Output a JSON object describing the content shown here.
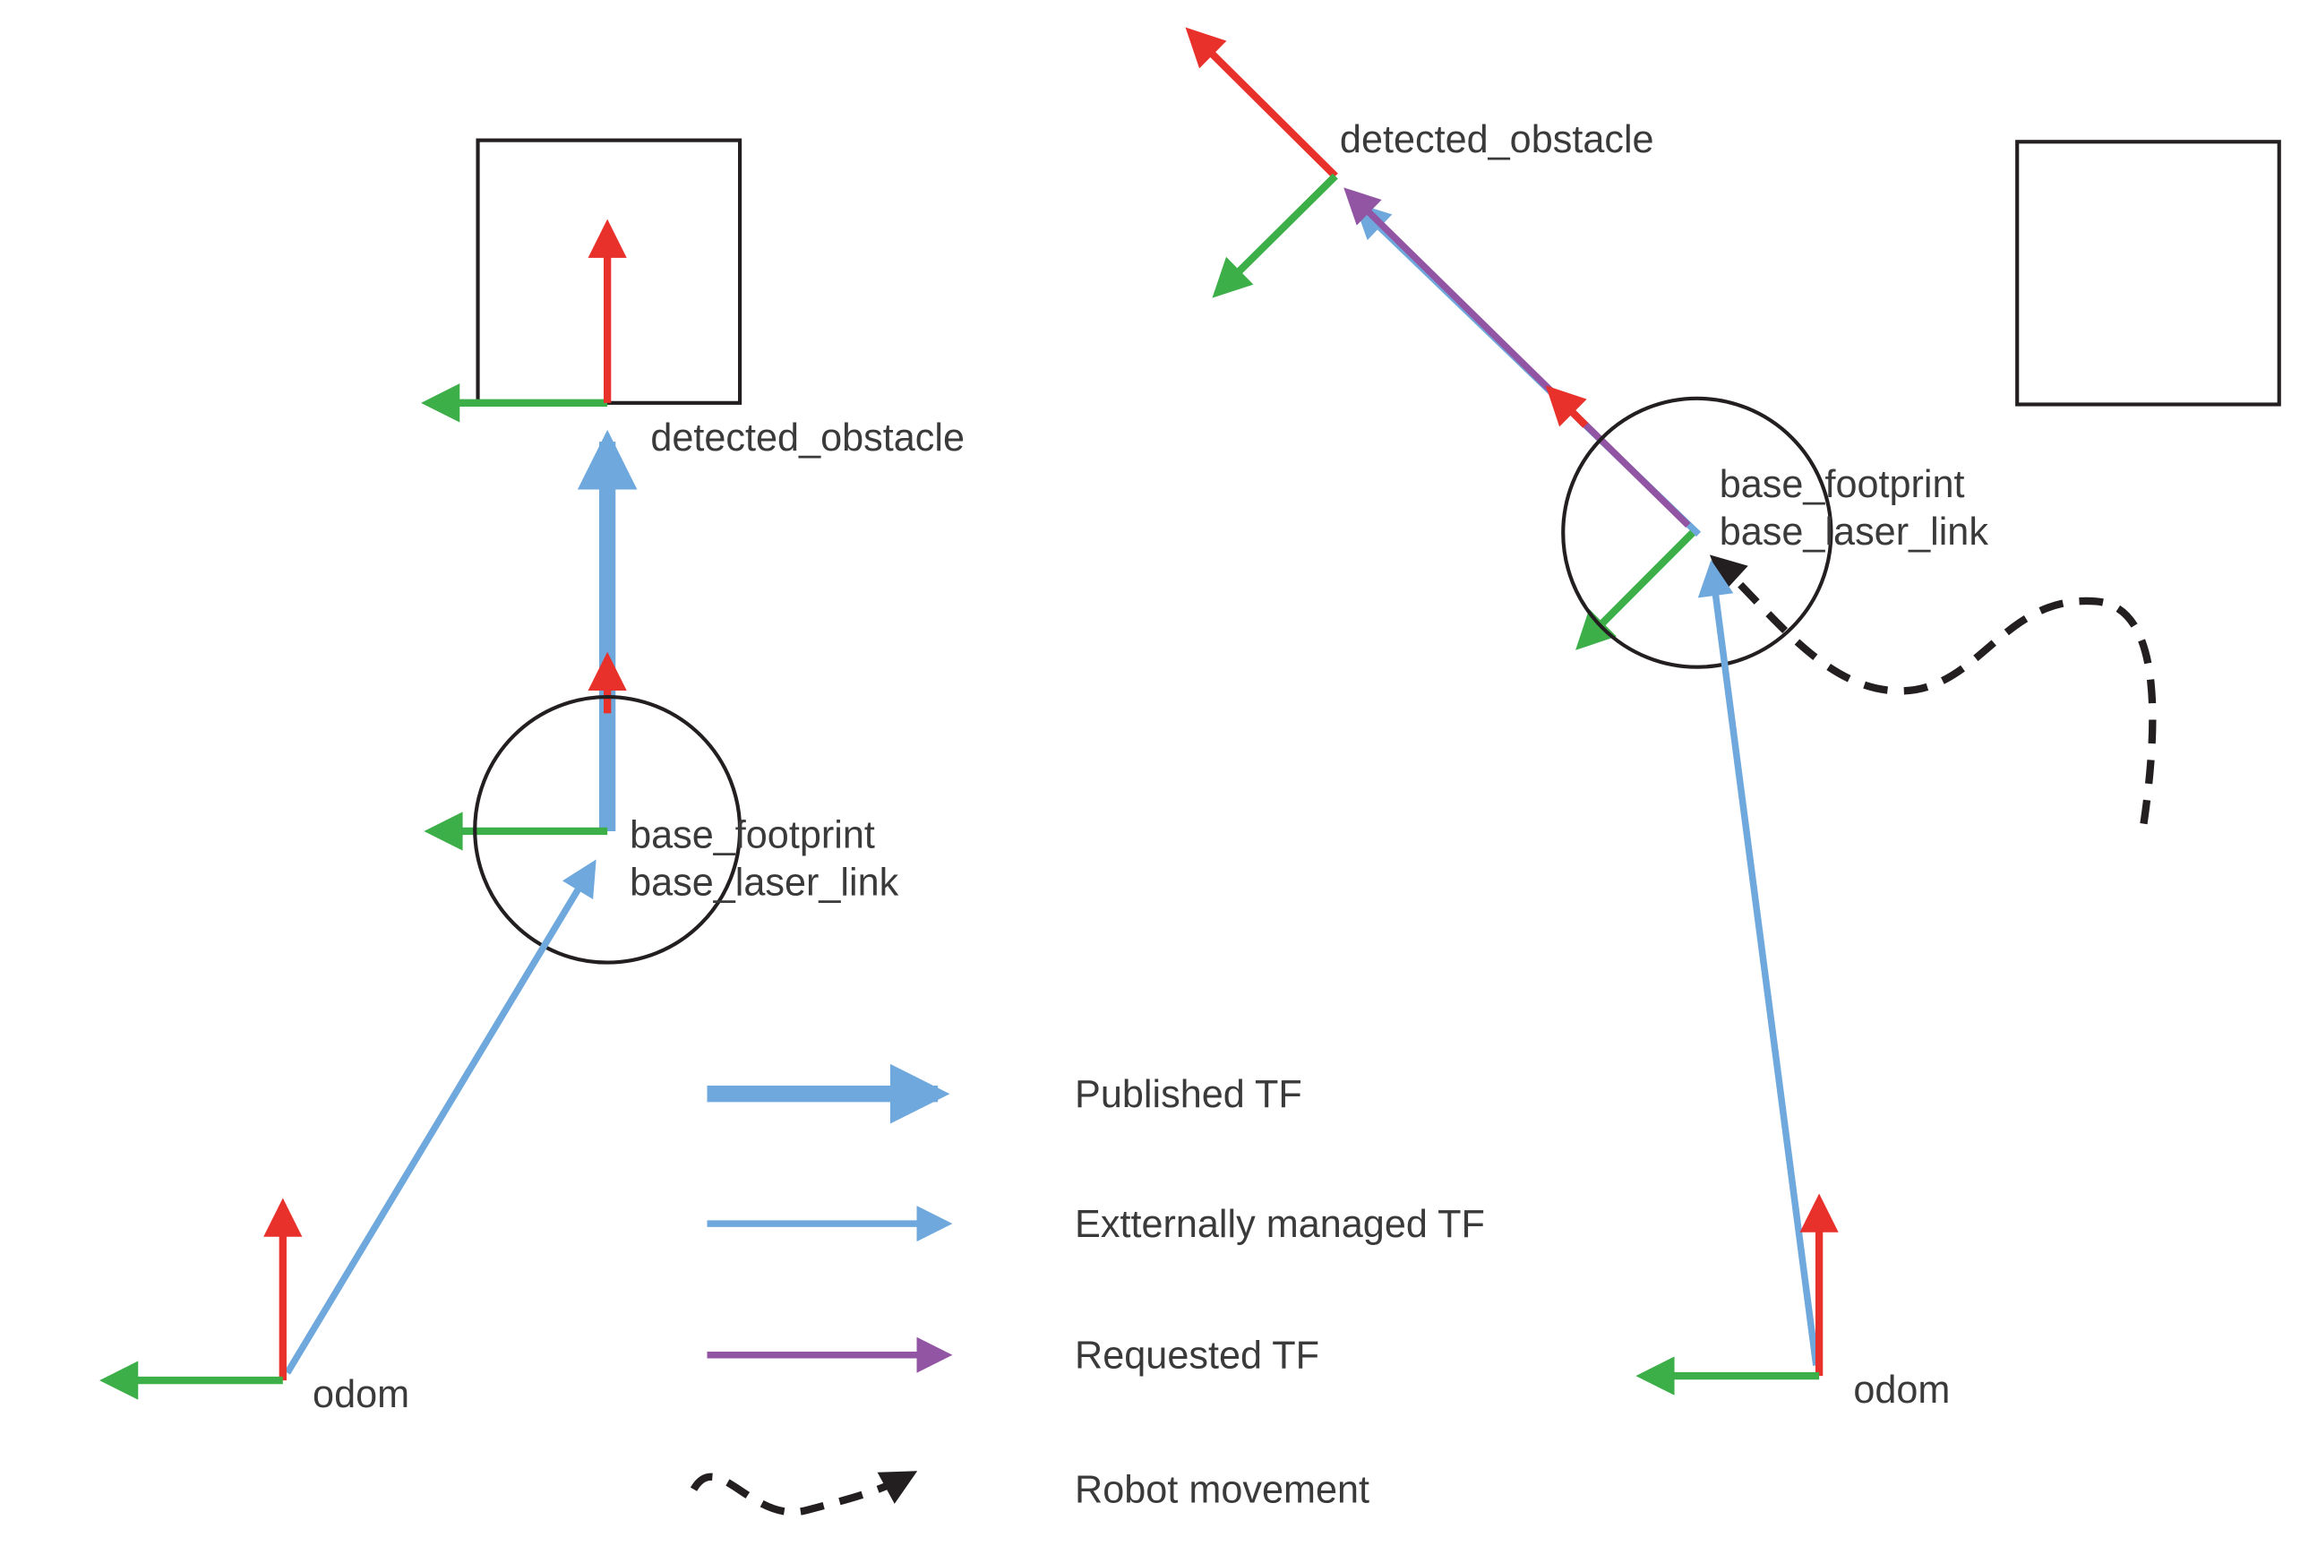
{
  "colors": {
    "red": "#e8312b",
    "green": "#3daf49",
    "blue": "#6fa8dc",
    "purple": "#9155a3",
    "black": "#231f20"
  },
  "left": {
    "obstacle_label": "detected_obstacle",
    "base_line1": "base_footprint",
    "base_line2": "base_laser_link",
    "odom_label": "odom"
  },
  "right": {
    "obstacle_label": "detected_obstacle",
    "base_line1": "base_footprint",
    "base_line2": "base_laser_link",
    "odom_label": "odom"
  },
  "legend": {
    "published_tf": "Published TF",
    "externally_managed_tf": "Extternally managed TF",
    "requested_tf": "Requested TF",
    "robot_movement": "Robot movement"
  }
}
